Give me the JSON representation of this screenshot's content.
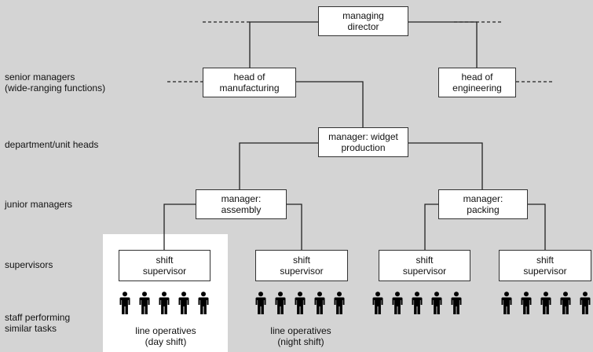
{
  "levels": {
    "senior": "senior managers\n(wide-ranging functions)",
    "department": "department/unit heads",
    "junior": "junior managers",
    "supervisors": "supervisors",
    "staff": "staff performing\nsimilar tasks"
  },
  "boxes": {
    "managing_director": "managing\ndirector",
    "head_manufacturing": "head of\nmanufacturing",
    "head_engineering": "head of\nengineering",
    "manager_widget": "manager: widget\nproduction",
    "manager_assembly": "manager:\nassembly",
    "manager_packing": "manager:\npacking",
    "supervisor_1": "shift\nsupervisor",
    "supervisor_2": "shift\nsupervisor",
    "supervisor_3": "shift\nsupervisor",
    "supervisor_4": "shift\nsupervisor"
  },
  "captions": {
    "day": "line operatives\n(day shift)",
    "night": "line operatives\n(night shift)"
  },
  "people_per_group": 5,
  "colors": {
    "background": "#d4d4d4",
    "highlight_panel": "#ffffff",
    "line": "#333333",
    "person": "#000000"
  },
  "icon": "person-icon"
}
